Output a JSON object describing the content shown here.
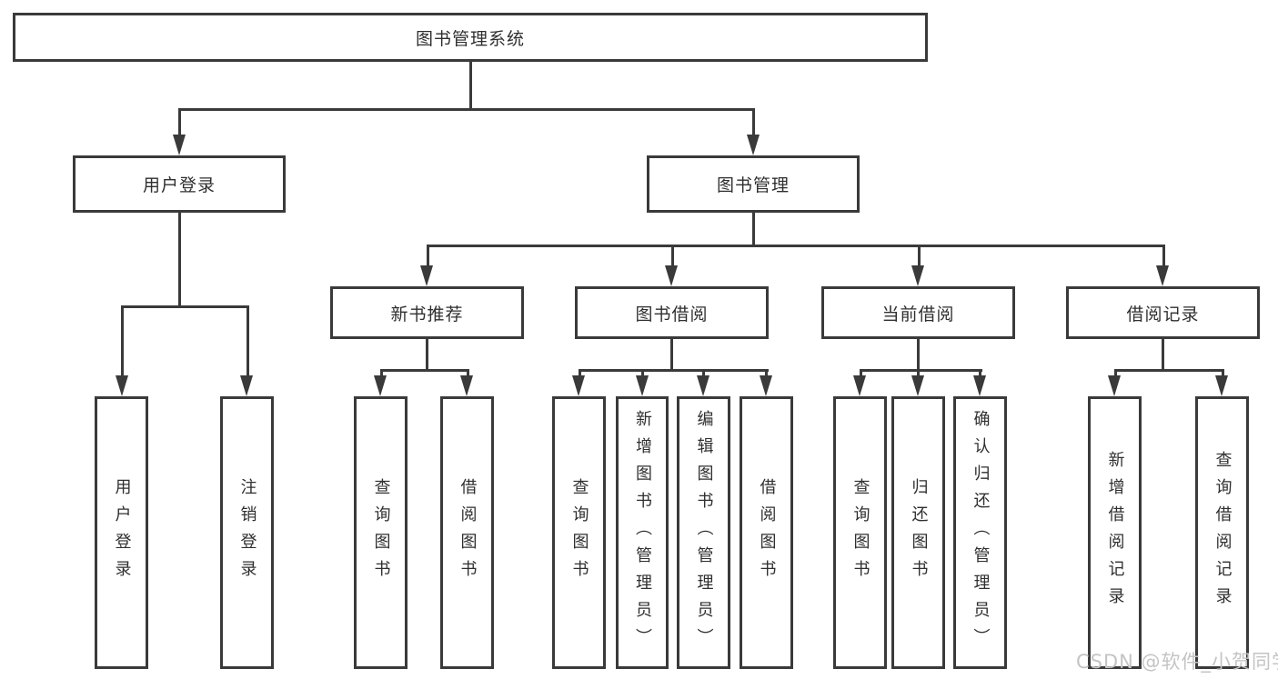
{
  "diagram_title": "图书管理系统",
  "nodes": {
    "root": "图书管理系统",
    "l1": [
      {
        "label": "用户登录"
      },
      {
        "label": "图书管理"
      }
    ],
    "l2": [
      {
        "label": "新书推荐"
      },
      {
        "label": "图书借阅"
      },
      {
        "label": "当前借阅"
      },
      {
        "label": "借阅记录"
      }
    ],
    "leaves": [
      {
        "label": "用户登录",
        "parent": "用户登录"
      },
      {
        "label": "注销登录",
        "parent": "用户登录"
      },
      {
        "label": "查询图书",
        "parent": "新书推荐"
      },
      {
        "label": "借阅图书",
        "parent": "新书推荐"
      },
      {
        "label": "查询图书",
        "parent": "图书借阅"
      },
      {
        "label": "新增图书（管理员）",
        "parent": "图书借阅"
      },
      {
        "label": "编辑图书（管理员）",
        "parent": "图书借阅"
      },
      {
        "label": "借阅图书",
        "parent": "图书借阅"
      },
      {
        "label": "查询图书",
        "parent": "当前借阅"
      },
      {
        "label": "归还图书",
        "parent": "当前借阅"
      },
      {
        "label": "确认归还（管理员）",
        "parent": "当前借阅"
      },
      {
        "label": "新增借阅记录",
        "parent": "借阅记录"
      },
      {
        "label": "查询借阅记录",
        "parent": "借阅记录"
      }
    ]
  },
  "watermark": {
    "text": "CSDN @软件_小贺同学"
  },
  "colors": {
    "line": "#3a3a3a",
    "text": "#2f2f2f",
    "watermark": "#c4c4c4",
    "background": "#ffffff"
  }
}
